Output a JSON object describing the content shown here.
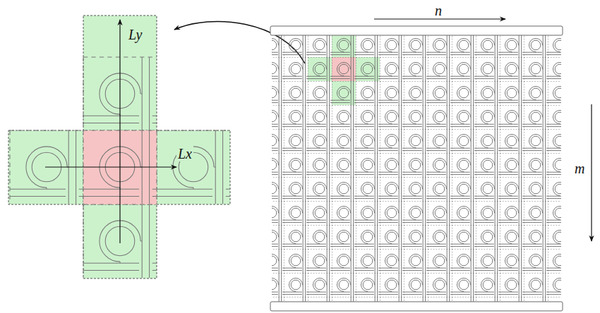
{
  "diagram": {
    "labels": [
      "Lx",
      "Ly",
      "n",
      "m"
    ]
  }
}
